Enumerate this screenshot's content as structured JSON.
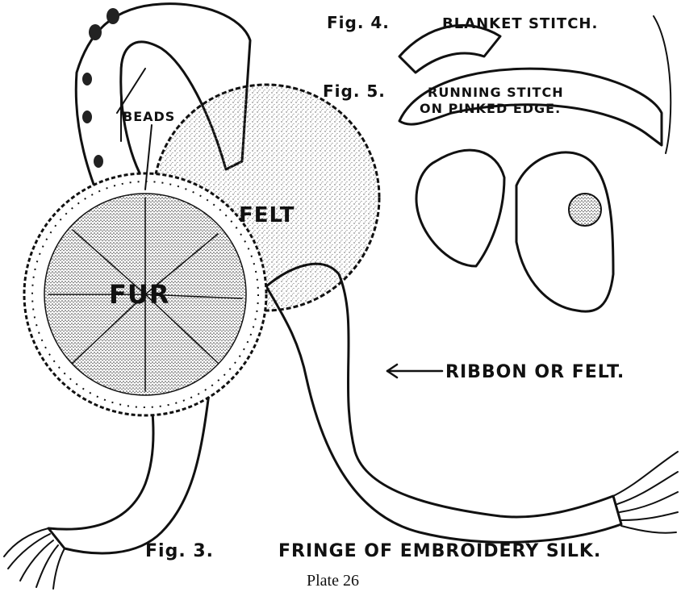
{
  "labels": {
    "fig4": "Fig. 4.",
    "blanket_stitch": "BLANKET STITCH.",
    "fig5": "Fig. 5.",
    "running_stitch_line1": "RUNNING STITCH",
    "running_stitch_line2": "ON PINKED EDGE.",
    "beads": "BEADS",
    "felt": "FELT",
    "fur": "FUR",
    "ribbon_or_felt": "RIBBON OR FELT.",
    "fig3": "Fig. 3.",
    "fringe": "FRINGE OF EMBROIDERY SILK.",
    "plate_caption": "Plate 26"
  },
  "colors": {
    "ink": "#111111",
    "paper": "#ffffff",
    "stipple": "#6b6b6b"
  }
}
